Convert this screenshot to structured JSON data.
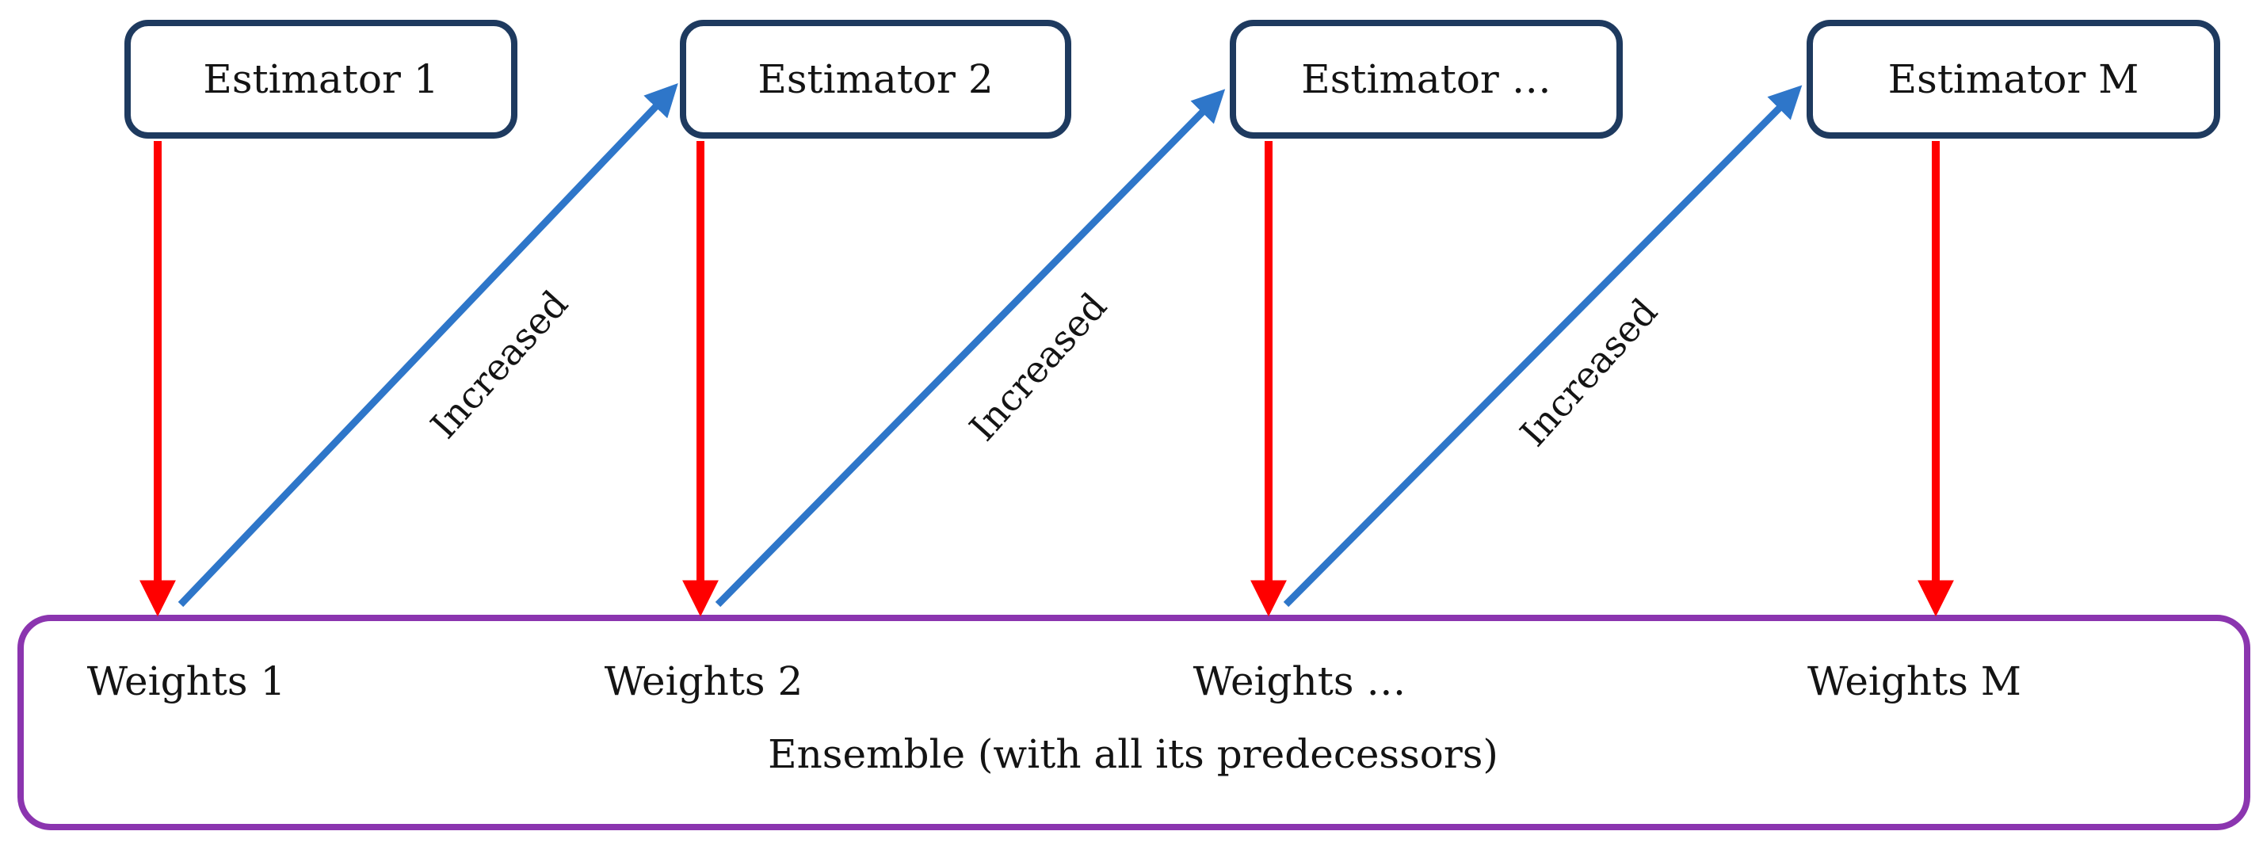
{
  "estimators": [
    "Estimator 1",
    "Estimator 2",
    "Estimator …",
    "Estimator M"
  ],
  "weights": [
    "Weights 1",
    "Weights 2",
    "Weights …",
    "Weights M"
  ],
  "ensemble_caption": "Ensemble (with all its predecessors)",
  "increase_labels": [
    "Increased",
    "Increased",
    "Increased"
  ],
  "colors": {
    "estimator_border": "#1e3a5f",
    "ensemble_border": "#8b35af",
    "weight_arrow": "#ff0000",
    "increase_arrow": "#2e76c9",
    "text": "#141414",
    "background": "#ffffff"
  }
}
